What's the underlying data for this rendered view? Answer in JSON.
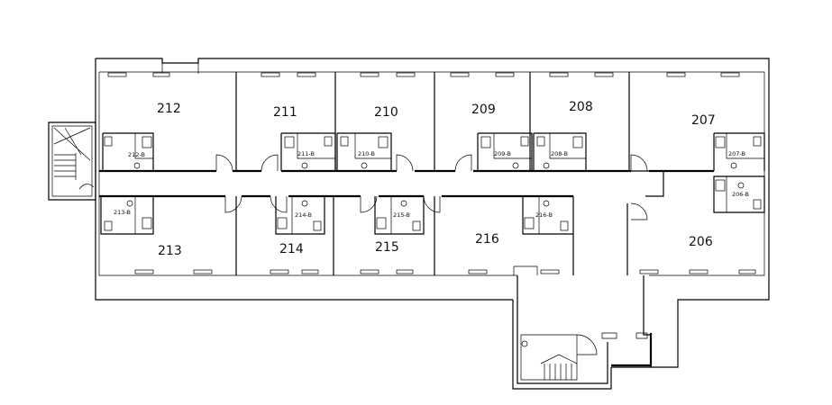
{
  "rooms": {
    "r212": "212",
    "r211": "211",
    "r210": "210",
    "r209": "209",
    "r208": "208",
    "r207": "207",
    "r213": "213",
    "r214": "214",
    "r215": "215",
    "r216": "216",
    "r206": "206"
  },
  "baths": {
    "b212": "212-B",
    "b211": "211-B",
    "b210": "210-B",
    "b209": "209-B",
    "b208": "208-B",
    "b207": "207-B",
    "b206": "206-B",
    "b213": "213-B",
    "b214": "214-B",
    "b215": "215-B",
    "b216": "216-B"
  }
}
